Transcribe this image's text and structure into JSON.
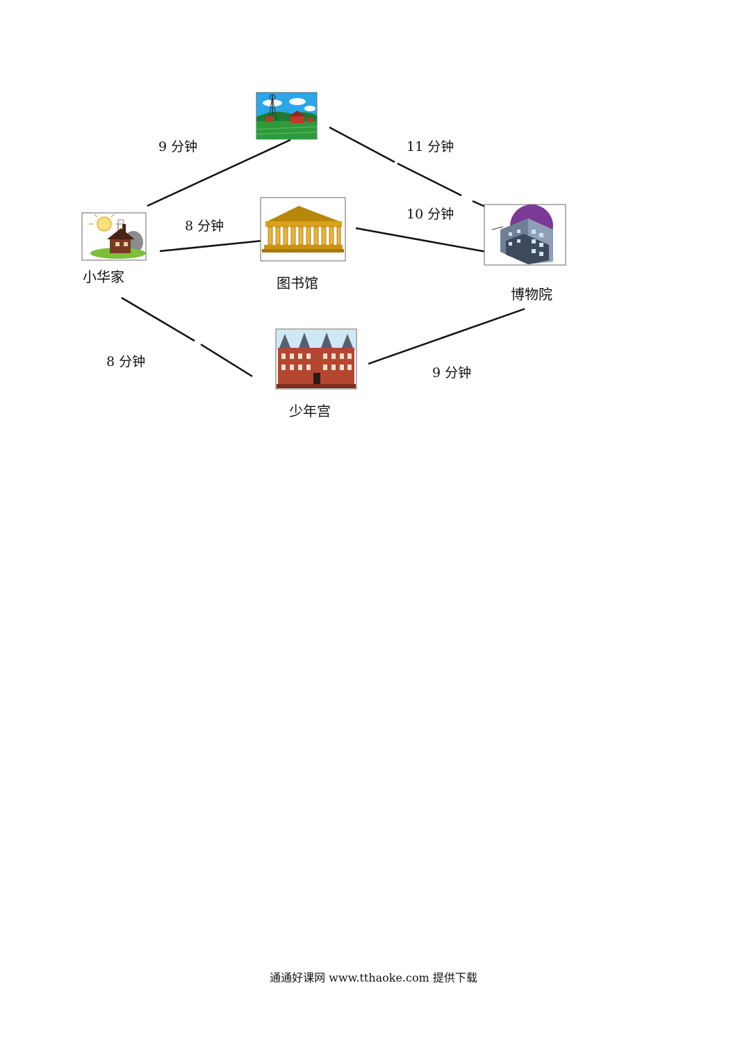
{
  "places": {
    "home": "小华家",
    "library": "图书馆",
    "museum": "博物院",
    "youth_palace": "少年宫",
    "farm": ""
  },
  "routes": {
    "home_farm": "9 分钟",
    "farm_museum": "11 分钟",
    "home_library": "8 分钟",
    "library_museum": "10 分钟",
    "home_youth": "8 分钟",
    "youth_museum": "9 分钟"
  },
  "footer": "通通好课网  www.tthaoke.com  提供下载",
  "colors": {
    "line": "#111111",
    "sky": "#2aa7e8",
    "grass": "#2e9a3c",
    "barn": "#c0392b",
    "gold": "#d9a21a",
    "purple": "#7b3a96",
    "brick": "#b5462f"
  }
}
